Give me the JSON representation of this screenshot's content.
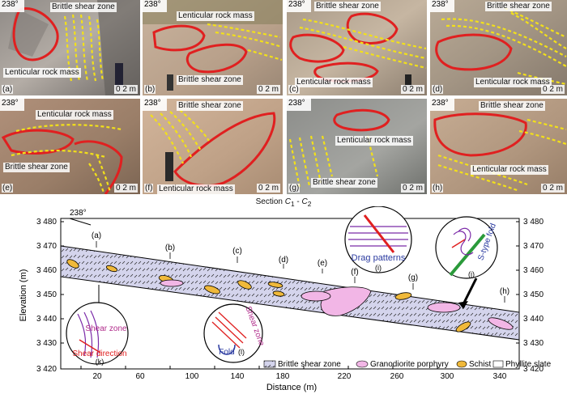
{
  "photos": [
    {
      "letter": "(a)",
      "orientation": "238°",
      "labels": [
        "Brittle shear zone",
        "Lenticular rock mass"
      ],
      "scale": "0  2 m"
    },
    {
      "letter": "(b)",
      "orientation": "238°",
      "labels": [
        "Lenticular rock mass",
        "Brittle shear zone"
      ],
      "scale": "0  2 m"
    },
    {
      "letter": "(c)",
      "orientation": "238°",
      "labels": [
        "Brittle shear zone",
        "Lenticular rock mass"
      ],
      "scale": "0  2 m"
    },
    {
      "letter": "(d)",
      "orientation": "238°",
      "labels": [
        "Brittle shear zone",
        "Lenticular rock mass"
      ],
      "scale": "0  2 m"
    },
    {
      "letter": "(e)",
      "orientation": "238°",
      "labels": [
        "Lenticular rock mass",
        "Brittle shear zone"
      ],
      "scale": "0  2 m"
    },
    {
      "letter": "(f)",
      "orientation": "238°",
      "labels": [
        "Brittle shear zone",
        "Lenticular rock mass"
      ],
      "scale": "0  2 m"
    },
    {
      "letter": "(g)",
      "orientation": "238°",
      "labels": [
        "Lenticular rock mass",
        "Brittle shear zone"
      ],
      "scale": "0  2 m"
    },
    {
      "letter": "(h)",
      "orientation": "238°",
      "labels": [
        "Brittle shear zone",
        "Lenticular rock mass"
      ],
      "scale": "0  2 m"
    }
  ],
  "section": {
    "title_prefix": "Section ",
    "title_c1": "C",
    "title_sub1": "1",
    "title_dash": " - ",
    "title_c2": "C",
    "title_sub2": "2",
    "orientation": "238°",
    "ylabel": "Elevation (m)",
    "xlabel": "Distance (m)",
    "y_ticks": [
      "3 480",
      "3 470",
      "3 460",
      "3 450",
      "3 440",
      "3 430",
      "3 420"
    ],
    "x_ticks": [
      "20",
      "60",
      "100",
      "140",
      "180",
      "220",
      "260",
      "300",
      "340"
    ],
    "point_labels": [
      "(a)",
      "(b)",
      "(c)",
      "(d)",
      "(e)",
      "(f)",
      "(g)",
      "(h)"
    ],
    "insets": {
      "i": {
        "caption": "Drag patterns",
        "letter": "(i)"
      },
      "j": {
        "caption": "S-type fold",
        "letter": "(j)"
      },
      "k": {
        "label1": "Shear zone",
        "label2": "Shear direction",
        "letter": "(k)"
      },
      "l": {
        "label1": "Shear zone",
        "label2": "Fold",
        "letter": "(l)"
      }
    },
    "legend": [
      "Brittle shear zone",
      "Granodiorite porphyry",
      "Schist",
      "Phyllite slate"
    ]
  },
  "colors": {
    "outline_red": "#e02020",
    "trace_yellow": "#f2e01a",
    "schist_fill": "#f0b93a",
    "porphyry_fill": "#f2b6e6",
    "host_rock": "#d4d4ec"
  }
}
